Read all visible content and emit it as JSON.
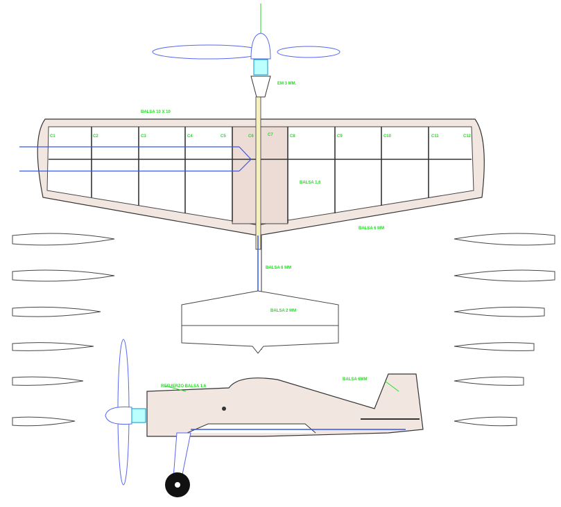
{
  "labels": {
    "motor_mount": "EM 3 MM.",
    "leading_edge": "BALSA 10 X 10",
    "center_sheet": "BALSA 1,6",
    "trailing_edge": "BALSA 6 MM",
    "fuselage_stick": "BALSA 6 MM",
    "stabilizer": "BALSA 2 MM",
    "reinforcement": "REFUERZO BALSA 1,6",
    "fin": "BALSA 6MM"
  },
  "ribs": [
    "C1",
    "C2",
    "C3",
    "C4",
    "C5",
    "C6",
    "C7",
    "C8",
    "C9",
    "C10",
    "C11",
    "C12"
  ],
  "colors": {
    "label": "#22dd22",
    "wire": "#3355ee",
    "balsa": "#f2e6e1",
    "outline": "#333333"
  }
}
